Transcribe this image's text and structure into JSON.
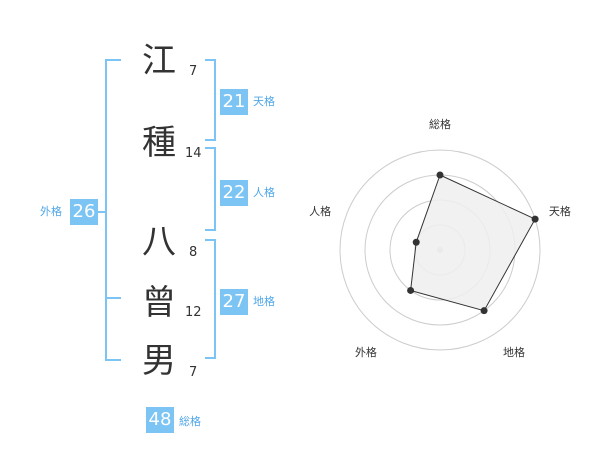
{
  "name": {
    "characters": [
      {
        "char": "江",
        "strokes": "7"
      },
      {
        "char": "種",
        "strokes": "14"
      },
      {
        "char": "八",
        "strokes": "8"
      },
      {
        "char": "曾",
        "strokes": "12"
      },
      {
        "char": "男",
        "strokes": "7"
      }
    ]
  },
  "fortune": {
    "tenkaku": {
      "value": "21",
      "label": "天格"
    },
    "jinkaku": {
      "value": "22",
      "label": "人格"
    },
    "chikaku": {
      "value": "27",
      "label": "地格"
    },
    "gaikaku": {
      "value": "26",
      "label": "外格"
    },
    "soukaku": {
      "value": "48",
      "label": "総格"
    }
  },
  "radar": {
    "axes": [
      "総格",
      "天格",
      "地格",
      "外格",
      "人格"
    ],
    "levels": 4,
    "values": [
      3,
      4,
      3,
      2,
      1
    ],
    "max": 4
  },
  "colors": {
    "accent": "#7cc4f4",
    "label": "#4ea6e8",
    "bracket": "#7cc4f4"
  }
}
